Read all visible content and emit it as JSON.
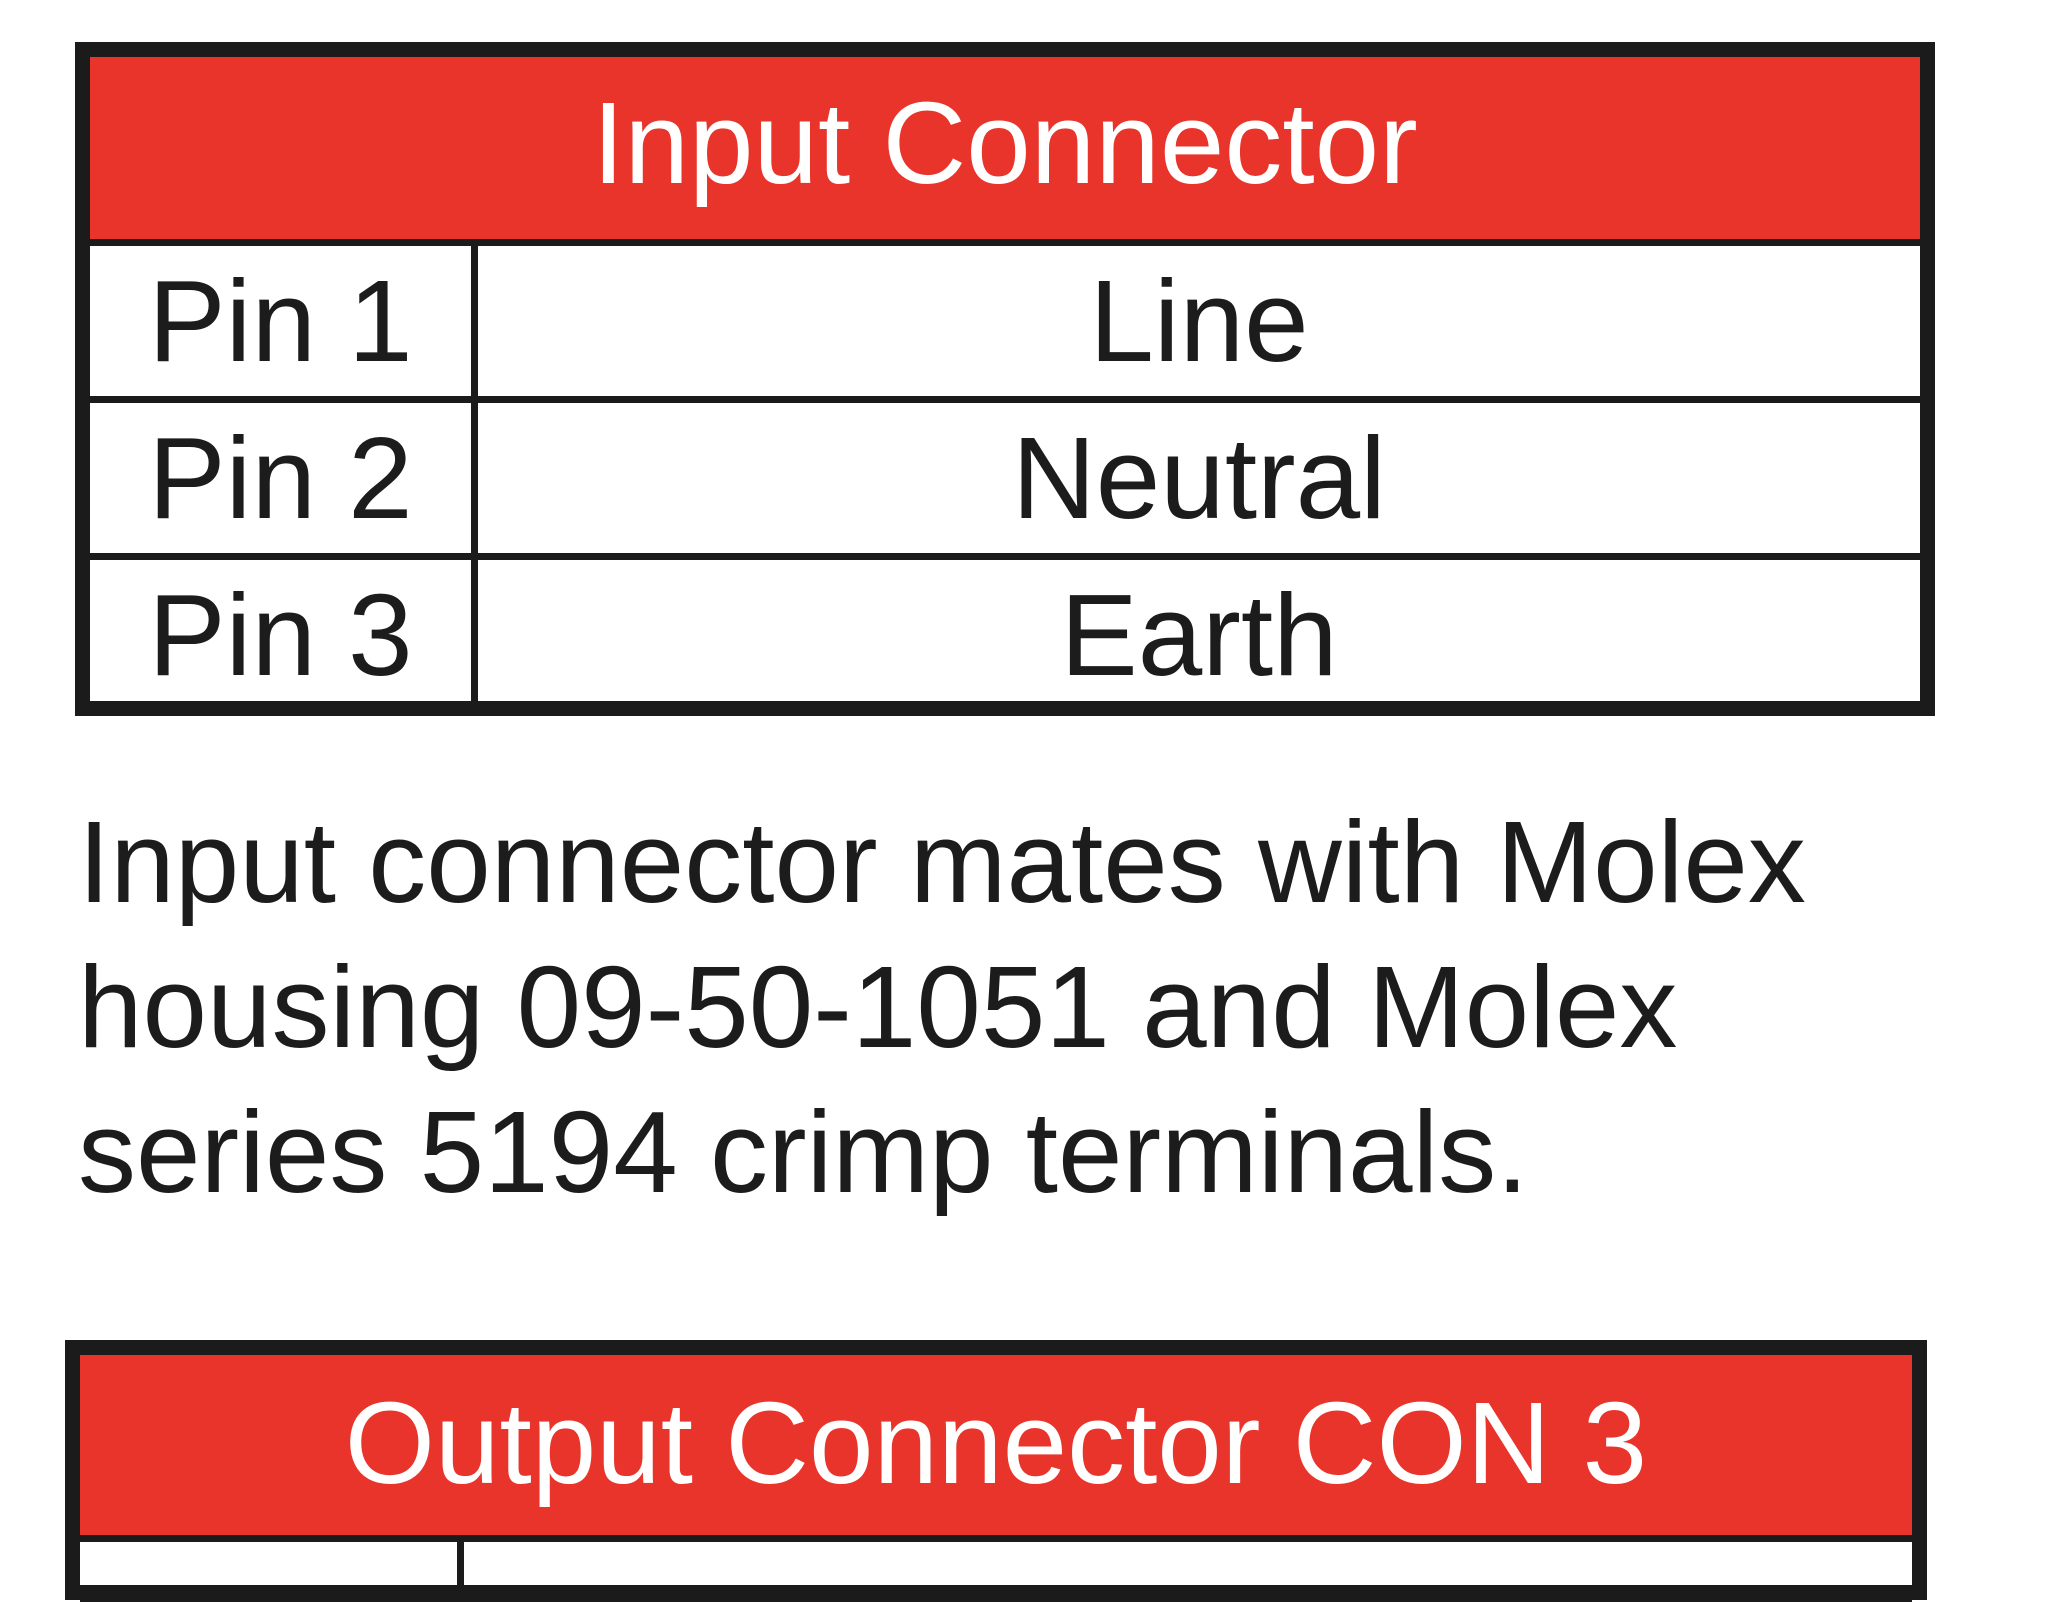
{
  "input_table": {
    "title": "Input Connector",
    "rows": [
      {
        "pin": "Pin 1",
        "function": "Line"
      },
      {
        "pin": "Pin 2",
        "function": "Neutral"
      },
      {
        "pin": "Pin 3",
        "function": "Earth"
      }
    ]
  },
  "note": {
    "lines": [
      "Input connector mates with Molex",
      "housing 09-50-1051 and Molex",
      "series 5194 crimp terminals."
    ]
  },
  "output_table": {
    "title": "Output Connector CON 3"
  },
  "colors": {
    "header_red": "#e8342a",
    "border": "#1b1b1b",
    "text": "#1c1c1c"
  }
}
